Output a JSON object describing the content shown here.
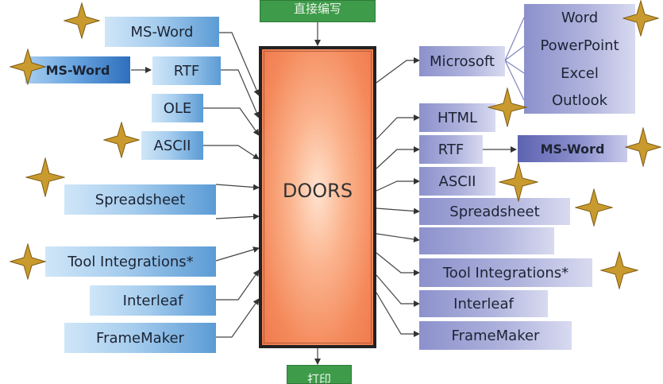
{
  "top_input_label": "直接编写",
  "center_label": "DOORS",
  "bottom_output_label": "打印",
  "left_inputs": {
    "ms_word": "MS-Word",
    "ms_word_source": "MS-Word",
    "rtf": "RTF",
    "ole": "OLE",
    "ascii": "ASCII",
    "spreadsheet": "Spreadsheet",
    "tool_integrations": "Tool Integrations*",
    "interleaf": "Interleaf",
    "framemaker": "FrameMaker"
  },
  "right_outputs": {
    "microsoft": "Microsoft",
    "microsoft_apps": [
      "Word",
      "PowerPoint",
      "Excel",
      "Outlook"
    ],
    "html": "HTML",
    "rtf": "RTF",
    "ms_word_target": "MS-Word",
    "ascii": "ASCII",
    "spreadsheet": "Spreadsheet",
    "blank": "",
    "tool_integrations": "Tool Integrations*",
    "interleaf": "Interleaf",
    "framemaker": "FrameMaker"
  },
  "colors": {
    "left_box": "#5b9bd5",
    "right_box": "#8c91cc",
    "center_box": "#f4895b",
    "label_box": "#3e9b49",
    "star": "#c99a2e"
  }
}
